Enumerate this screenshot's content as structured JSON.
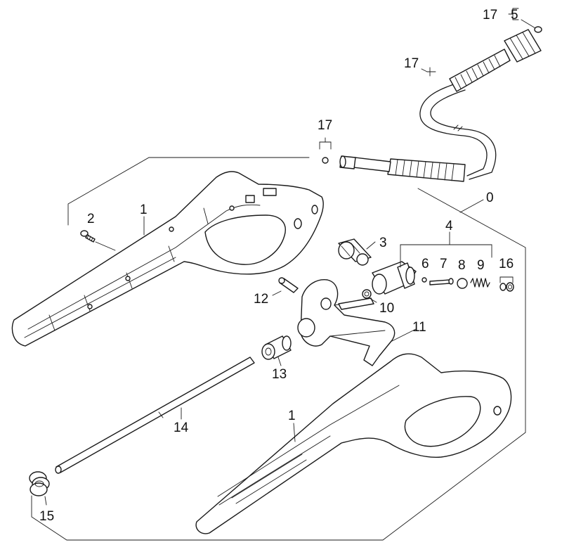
{
  "diagram": {
    "callouts": [
      {
        "id": "c17a",
        "text": "17"
      },
      {
        "id": "c5",
        "text": "5"
      },
      {
        "id": "c17b",
        "text": "17"
      },
      {
        "id": "c17c",
        "text": "17"
      },
      {
        "id": "c0",
        "text": "0"
      },
      {
        "id": "c1a",
        "text": "1"
      },
      {
        "id": "c2",
        "text": "2"
      },
      {
        "id": "c3",
        "text": "3"
      },
      {
        "id": "c4",
        "text": "4"
      },
      {
        "id": "c6",
        "text": "6"
      },
      {
        "id": "c7",
        "text": "7"
      },
      {
        "id": "c8",
        "text": "8"
      },
      {
        "id": "c9",
        "text": "9"
      },
      {
        "id": "c16",
        "text": "16"
      },
      {
        "id": "c12",
        "text": "12"
      },
      {
        "id": "c10",
        "text": "10"
      },
      {
        "id": "c11",
        "text": "11"
      },
      {
        "id": "c13",
        "text": "13"
      },
      {
        "id": "c14",
        "text": "14"
      },
      {
        "id": "c1b",
        "text": "1"
      },
      {
        "id": "c15",
        "text": "15"
      }
    ]
  }
}
